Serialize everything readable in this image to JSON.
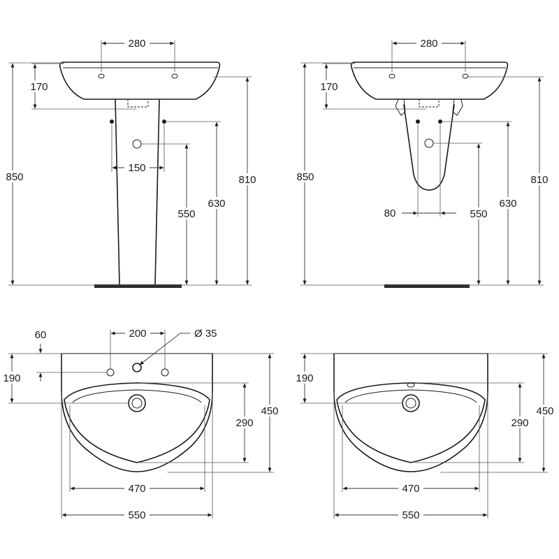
{
  "views": {
    "pedestal_front": {
      "dim_holes": "280",
      "dim_170": "170",
      "dim_850": "850",
      "dim_810": "810",
      "dim_630": "630",
      "dim_550": "550",
      "dim_150": "150"
    },
    "semipedestal_front": {
      "dim_holes": "280",
      "dim_170": "170",
      "dim_850": "850",
      "dim_810": "810",
      "dim_630": "630",
      "dim_550": "550",
      "dim_80": "80"
    },
    "top_three_hole": {
      "dim_60": "60",
      "dim_200": "200",
      "dim_diam": "Ø 35",
      "dim_190": "190",
      "dim_290": "290",
      "dim_450": "450",
      "dim_470": "470",
      "dim_550": "550"
    },
    "top_single_hole": {
      "dim_190": "190",
      "dim_290": "290",
      "dim_450": "450",
      "dim_470": "470",
      "dim_550": "550"
    }
  }
}
